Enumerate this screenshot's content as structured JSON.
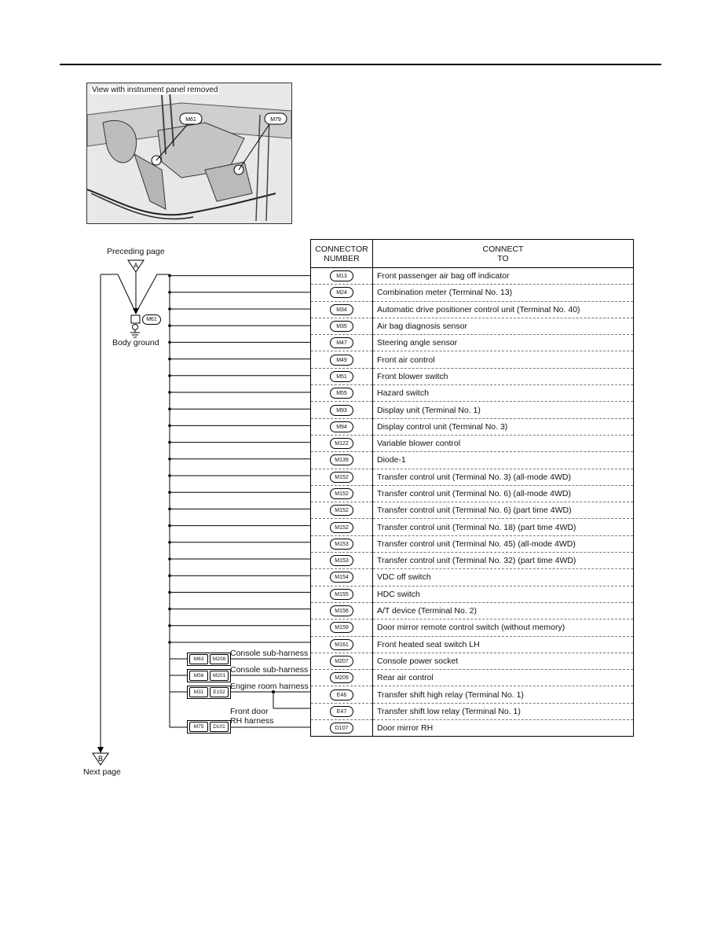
{
  "photo": {
    "caption": "View with instrument panel removed",
    "callouts": [
      "M61",
      "M79"
    ]
  },
  "table": {
    "header_connector": [
      "CONNECTOR",
      "NUMBER"
    ],
    "header_connect": [
      "CONNECT",
      "TO"
    ],
    "rows": [
      {
        "conn": "M13",
        "desc": "Front passenger air bag off indicator"
      },
      {
        "conn": "M24",
        "desc": "Combination meter (Terminal No. 13)"
      },
      {
        "conn": "M34",
        "desc": "Automatic drive positioner control unit (Terminal No. 40)"
      },
      {
        "conn": "M35",
        "desc": "Air bag diagnosis sensor"
      },
      {
        "conn": "M47",
        "desc": "Steering angle sensor"
      },
      {
        "conn": "M49",
        "desc": "Front air control"
      },
      {
        "conn": "M51",
        "desc": "Front blower switch"
      },
      {
        "conn": "M55",
        "desc": "Hazard switch"
      },
      {
        "conn": "M93",
        "desc": "Display unit (Terminal No. 1)"
      },
      {
        "conn": "M94",
        "desc": "Display control unit (Terminal No. 3)"
      },
      {
        "conn": "M122",
        "desc": "Variable blower control"
      },
      {
        "conn": "M139",
        "desc": "Diode-1"
      },
      {
        "conn": "M152",
        "desc": "Transfer control unit (Terminal No. 3) (all-mode 4WD)"
      },
      {
        "conn": "M152",
        "desc": "Transfer control unit (Terminal No. 6) (all-mode 4WD)"
      },
      {
        "conn": "M152",
        "desc": "Transfer control unit (Terminal No. 6) (part time 4WD)"
      },
      {
        "conn": "M152",
        "desc": "Transfer control unit (Terminal No. 18) (part time 4WD)"
      },
      {
        "conn": "M153",
        "desc": "Transfer control unit (Terminal No. 45) (all-mode 4WD)"
      },
      {
        "conn": "M153",
        "desc": "Transfer control unit (Terminal No. 32) (part time 4WD)"
      },
      {
        "conn": "M154",
        "desc": "VDC off switch"
      },
      {
        "conn": "M155",
        "desc": "HDC switch"
      },
      {
        "conn": "M156",
        "desc": "A/T device (Terminal No. 2)"
      },
      {
        "conn": "M159",
        "desc": "Door mirror remote control switch (without memory)"
      },
      {
        "conn": "M161",
        "desc": "Front heated seat switch LH"
      },
      {
        "conn": "M207",
        "desc": "Console power socket"
      },
      {
        "conn": "M209",
        "desc": "Rear air control"
      },
      {
        "conn": "E46",
        "desc": "Transfer shift high relay (Terminal No. 1)"
      },
      {
        "conn": "E47",
        "desc": "Transfer shift low relay (Terminal No. 1)"
      },
      {
        "conn": "D107",
        "desc": "Door mirror RH"
      }
    ]
  },
  "diagram": {
    "preceding_page": "Preceding page",
    "next_page": "Next page",
    "marker_a": "A",
    "marker_b": "B",
    "ground_connector": "M61",
    "body_ground": "Body ground",
    "harnesses": [
      {
        "label": "Console sub-harness",
        "connectors": [
          "M63",
          "M208"
        ]
      },
      {
        "label": "Console sub-harness",
        "connectors": [
          "M56",
          "M201"
        ]
      },
      {
        "label": "Engine room harness",
        "connectors": [
          "M31",
          "E152"
        ]
      },
      {
        "label_line1": "Front door",
        "label_line2": "RH harness",
        "connectors": [
          "M75",
          "D101"
        ]
      }
    ]
  }
}
